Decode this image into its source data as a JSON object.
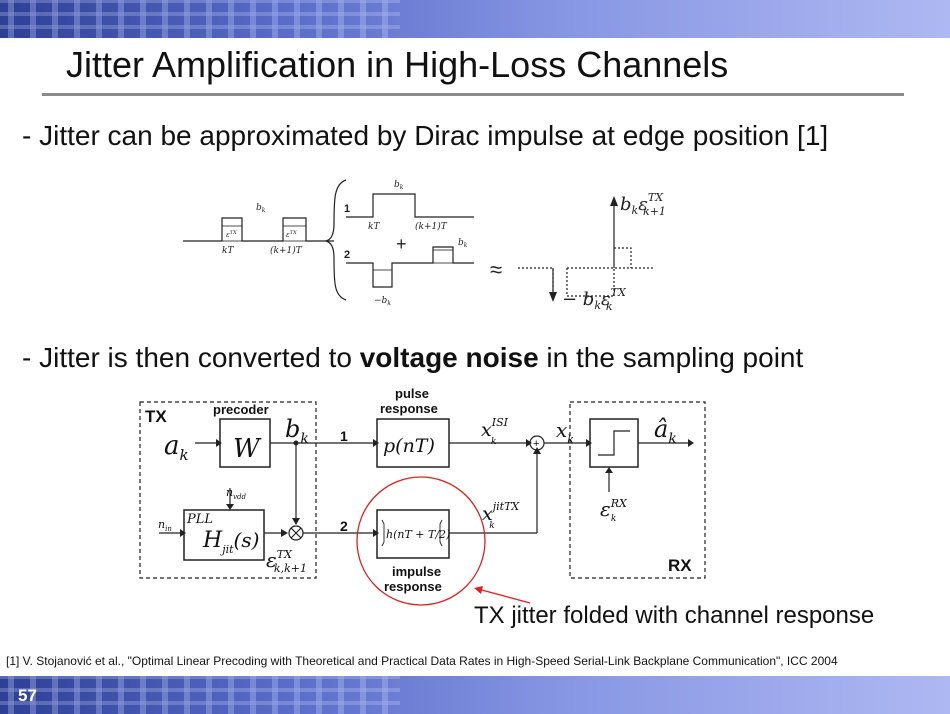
{
  "slide": {
    "title": "Jitter Amplification in High-Loss Channels",
    "bullet1": "- Jitter can be approximated by Dirac impulse at edge position [1]",
    "bullet2_pre": "- Jitter is then converted to ",
    "bullet2_bold": "voltage noise",
    "bullet2_post": " in the sampling point",
    "reference": "[1] V. Stojanović et al., \"Optimal Linear Precoding with Theoretical and Practical Data Rates in High-Speed Serial-Link Backplane Communication\", ICC 2004",
    "slide_number": "57"
  },
  "waveform": {
    "bk": "b",
    "bk_sub": "k",
    "kT": "kT",
    "k1T": "(k+1)T",
    "eps": "ε",
    "eps_sup": "TX",
    "eps_sub_k": "k",
    "eps_sub_k1": "k+1",
    "path1": "1",
    "path2": "2",
    "plus": "+",
    "neg_bk": "−b",
    "approx": "≈",
    "upper_label": "b",
    "upper_label_eps": "ε",
    "lower_label": "− b",
    "lower_label_eps": "ε"
  },
  "block_diagram": {
    "tx_label": "TX",
    "rx_label": "RX",
    "precoder_label": "precoder",
    "precoder_block": "W",
    "input": "a",
    "input_sub": "k",
    "bk": "b",
    "bk_sub": "k",
    "path1": "1",
    "path2": "2",
    "pulse_response_label_1": "pulse",
    "pulse_response_label_2": "response",
    "pulse_block": "p(nT)",
    "impulse_block": "h(nT + T/2)",
    "impulse_response_label_1": "impulse",
    "impulse_response_label_2": "response",
    "pll_label": "PLL",
    "pll_block": "H",
    "pll_block_sub": "jit",
    "pll_block_arg": "(s)",
    "n_vdd": "n",
    "n_vdd_sub": "vdd",
    "n_in": "n",
    "n_in_sub": "in",
    "eps_tx": "ε",
    "eps_tx_sup": "TX",
    "eps_tx_sub": "k,k+1",
    "x_isi": "x",
    "x_isi_sup": "ISI",
    "x_isi_sub": "k",
    "x_jit": "x",
    "x_jit_sup": "jitTX",
    "x_jit_sub": "k",
    "x_k": "x",
    "x_k_sub": "k",
    "a_hat": "â",
    "a_hat_sub": "k",
    "eps_rx": "ε",
    "eps_rx_sup": "RX",
    "eps_rx_sub": "k",
    "sum_symbol": "+",
    "mult_symbol": "⊗"
  },
  "annotation": {
    "text": "TX jitter folded with channel response",
    "color": "#e02020"
  }
}
